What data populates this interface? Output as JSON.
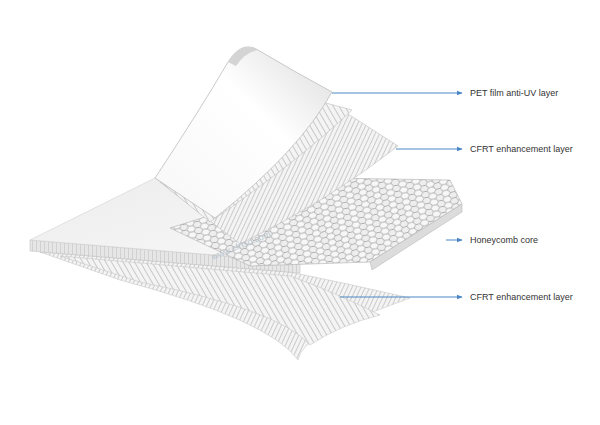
{
  "diagram": {
    "labels": [
      "PET film anti-UV layer",
      "CFRT enhancement layer",
      "Honeycomb core",
      "CFRT enhancement layer",
      "www.cfrtsd.com"
    ]
  }
}
